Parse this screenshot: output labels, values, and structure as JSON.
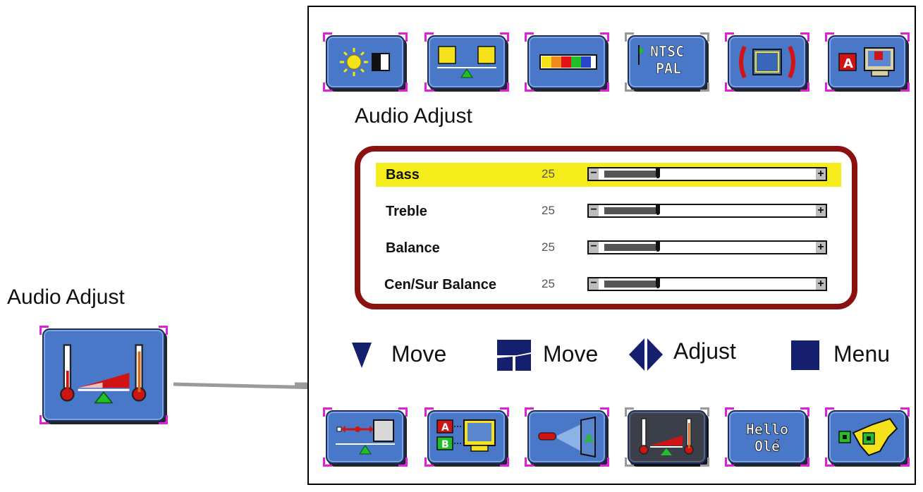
{
  "left_icon": {
    "title": "Audio Adjust",
    "icon": "audio-adjust-icon"
  },
  "osd": {
    "title": "Audio Adjust",
    "top_icons": [
      {
        "name": "brightness-contrast-icon"
      },
      {
        "name": "color-balance-icon"
      },
      {
        "name": "color-bars-icon"
      },
      {
        "name": "ntsc-pal-icon",
        "line1": "NTSC",
        "line2": "PAL"
      },
      {
        "name": "screen-size-icon"
      },
      {
        "name": "language-display-icon",
        "letter": "A"
      }
    ],
    "bottom_icons": [
      {
        "name": "position-balance-icon"
      },
      {
        "name": "input-source-icon",
        "letter1": "A",
        "letter2": "B"
      },
      {
        "name": "projector-icon",
        "letter": "A"
      },
      {
        "name": "audio-adjust-icon"
      },
      {
        "name": "hello-ole-icon",
        "line1": "Hello",
        "line2": "Olé"
      },
      {
        "name": "tools-icon"
      }
    ],
    "rows": [
      {
        "label": "Bass",
        "value": "25",
        "level": 0.25,
        "highlighted": true
      },
      {
        "label": "Treble",
        "value": "25",
        "level": 0.25,
        "highlighted": false
      },
      {
        "label": "Balance",
        "value": "25",
        "level": 0.25,
        "highlighted": false
      },
      {
        "label": "Cen/Sur Balance",
        "value": "25",
        "level": 0.25,
        "highlighted": false
      }
    ],
    "hints": {
      "move1": "Move",
      "move2": "Move",
      "adjust": "Adjust",
      "menu": "Menu"
    }
  },
  "colors": {
    "icon_blue": "#4a78c8",
    "panel_border": "#8b1010",
    "highlight": "#f5ec1b",
    "navy": "#14206e",
    "corner_magenta": "#e020d8"
  }
}
